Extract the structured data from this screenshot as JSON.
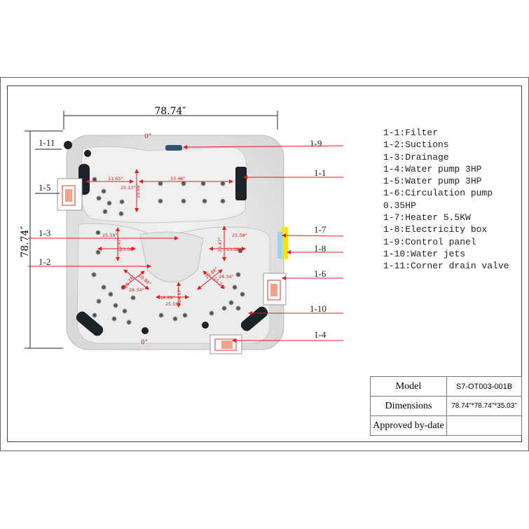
{
  "overall_width": "78.74″",
  "overall_length": "78.74″",
  "callouts": {
    "left": [
      "1-11",
      "1-5",
      "1-3",
      "1-2"
    ],
    "right": [
      "1-9",
      "1-1",
      "1-7",
      "1-8",
      "1-6",
      "1-10",
      "1-4"
    ]
  },
  "legend": [
    "1-1:Filter",
    "1-2:Suctions",
    "1-3:Drainage",
    "1-4:Water pump 3HP",
    "1-5:Water pump 3HP",
    "1-6:Circulation pump 0.35HP",
    "1-7:Heater 5.5KW",
    "1-8:Electricity box",
    "1-9:Control panel",
    "1-10:Water jets",
    "1-11:Corner drain valve"
  ],
  "dimensions": {
    "top_angle": "0\"",
    "bottom_angle": "0\"",
    "d1": "11.65\"",
    "d2": "33.46\"",
    "d3": "19.68\"",
    "d4": "25.17\"",
    "left_angle": "25.59\"",
    "left_depth": "20.47\"",
    "left_width": "13.38\"",
    "right_angle": "25.59\"",
    "right_depth": "20.47\"",
    "right_width": "13.38\"",
    "ll_a": "15.74\"",
    "ll_b": "20.86\"",
    "ll_angle": "28.34\"",
    "bc_width": "18.89\"",
    "bc_depth": "14.17\"",
    "bc_angle": "25.59\"",
    "lr_a": "20.86\"",
    "lr_b": "15.74\"",
    "lr_angle": "28.34\""
  },
  "spec_table": {
    "model_label": "Model",
    "model_value": "S7-OT003-001B",
    "dimensions_label": "Dimensions",
    "dimensions_value": "78.74\"*78.74\"*35.03\"",
    "approved_label": "Approved by-date",
    "approved_value": ""
  },
  "colors": {
    "annotation": "#e8191b",
    "heater": "#f2e41a",
    "electricity_box": "#9fd3ef",
    "shell": "#e9e9e9"
  }
}
